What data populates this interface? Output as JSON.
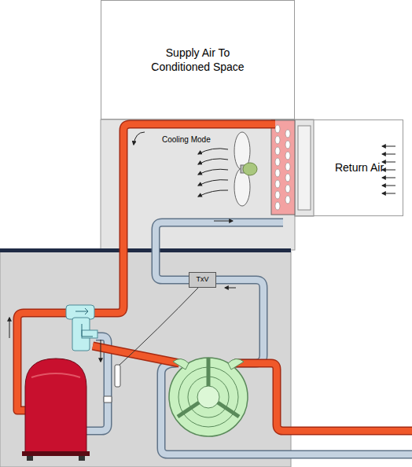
{
  "diagram": {
    "nodes": [
      {
        "text": [
          "Supply Air To Conditioned Space"
        ]
      },
      {
        "text": [
          "Return Air"
        ]
      },
      {
        "text": [
          "TxV"
        ]
      }
    ],
    "labels": [
      "Cooling Mode"
    ]
  }
}
